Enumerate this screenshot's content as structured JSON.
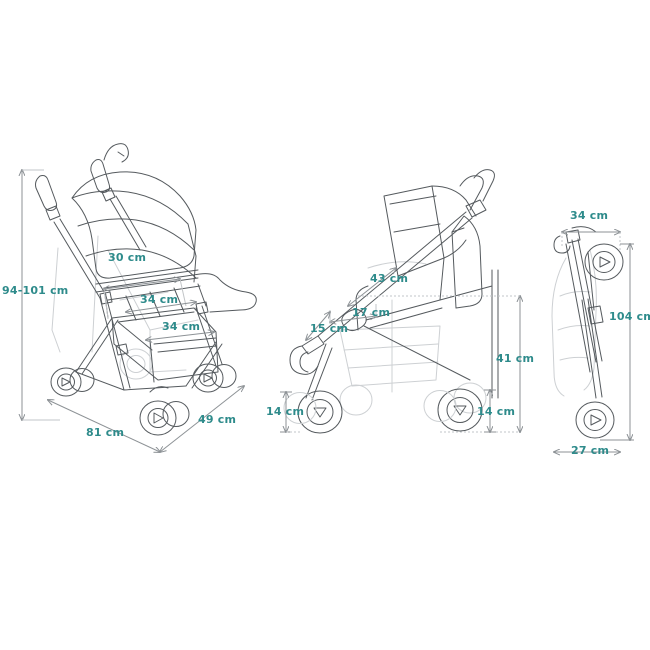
{
  "diagram": {
    "title": "Stroller dimension diagram",
    "accent_color": "#2e8b8b",
    "line_color": "#555a5e",
    "faint_line_color": "#c6c9cc",
    "background": "#ffffff",
    "views": [
      {
        "id": "three-quarter-view",
        "name": "Unfolded stroller, three-quarter perspective",
        "labels": [
          {
            "id": "handle-height",
            "text": "94-101 cm",
            "meaning": "handle height range"
          },
          {
            "id": "canopy-width",
            "text": "30 cm",
            "meaning": "backrest / canopy width"
          },
          {
            "id": "seat-width",
            "text": "34 cm",
            "meaning": "seat width"
          },
          {
            "id": "seat-depth",
            "text": "34 cm",
            "meaning": "seat depth"
          },
          {
            "id": "overall-length",
            "text": "81 cm",
            "meaning": "overall length"
          },
          {
            "id": "overall-width",
            "text": "49 cm",
            "meaning": "overall width"
          }
        ]
      },
      {
        "id": "side-view",
        "name": "Unfolded stroller, side elevation",
        "labels": [
          {
            "id": "backrest-length",
            "text": "43 cm",
            "meaning": "backrest length"
          },
          {
            "id": "handle-offset",
            "text": "17 cm",
            "meaning": "handle offset"
          },
          {
            "id": "grip-length",
            "text": "15 cm",
            "meaning": "grip length"
          },
          {
            "id": "seat-height",
            "text": "41 cm",
            "meaning": "seat height from ground"
          },
          {
            "id": "front-wheel",
            "text": "14 cm",
            "meaning": "front wheel diameter"
          },
          {
            "id": "rear-wheel",
            "text": "14 cm",
            "meaning": "rear wheel diameter"
          }
        ]
      },
      {
        "id": "folded-view",
        "name": "Folded stroller",
        "labels": [
          {
            "id": "folded-width",
            "text": "34 cm",
            "meaning": "folded width"
          },
          {
            "id": "folded-height",
            "text": "104 cm",
            "meaning": "folded height"
          },
          {
            "id": "folded-depth",
            "text": "27 cm",
            "meaning": "folded depth"
          }
        ]
      }
    ]
  }
}
